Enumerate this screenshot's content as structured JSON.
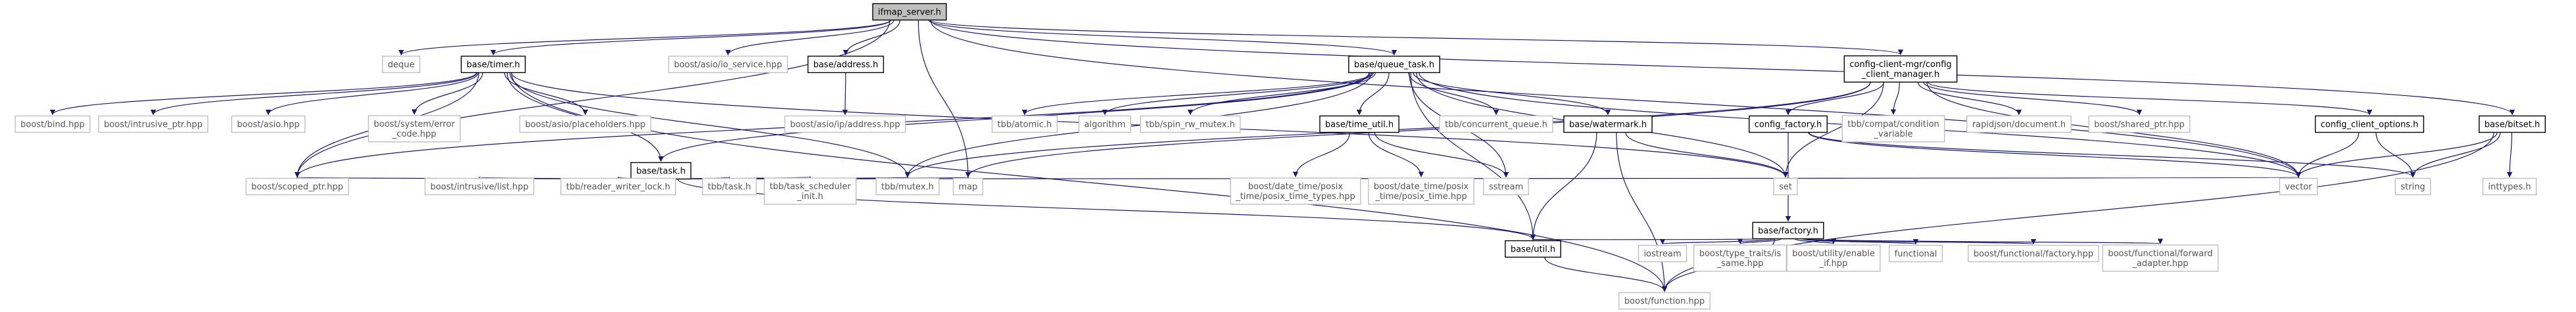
{
  "colors": {
    "edge": "#191970",
    "root_fill": "#bfbfbf",
    "root_stroke": "#000000",
    "project_fill": "#ffffff",
    "project_stroke": "#000000",
    "external_fill": "#ffffff",
    "external_stroke": "#bfbfbf",
    "project_text": "#000000",
    "external_text": "#555555"
  },
  "graph": {
    "nodes": [
      {
        "id": "ifmap_server_h",
        "lines": [
          "ifmap_server.h"
        ],
        "kind": "root"
      },
      {
        "id": "deque",
        "lines": [
          "deque"
        ],
        "kind": "external"
      },
      {
        "id": "base_timer_h",
        "lines": [
          "base/timer.h"
        ],
        "kind": "project"
      },
      {
        "id": "boost_asio_io_service_hpp",
        "lines": [
          "boost/asio/io_service.hpp"
        ],
        "kind": "external"
      },
      {
        "id": "base_address_h",
        "lines": [
          "base/address.h"
        ],
        "kind": "project"
      },
      {
        "id": "base_queue_task_h",
        "lines": [
          "base/queue_task.h"
        ],
        "kind": "project"
      },
      {
        "id": "config_client_manager_h",
        "lines": [
          "config-client-mgr/config",
          "_client_manager.h"
        ],
        "kind": "project"
      },
      {
        "id": "boost_bind_hpp",
        "lines": [
          "boost/bind.hpp"
        ],
        "kind": "external"
      },
      {
        "id": "boost_intrusive_ptr_hpp",
        "lines": [
          "boost/intrusive_ptr.hpp"
        ],
        "kind": "external"
      },
      {
        "id": "boost_asio_hpp",
        "lines": [
          "boost/asio.hpp"
        ],
        "kind": "external"
      },
      {
        "id": "boost_system_error_code_hpp",
        "lines": [
          "boost/system/error",
          "_code.hpp"
        ],
        "kind": "external"
      },
      {
        "id": "boost_asio_placeholders_hpp",
        "lines": [
          "boost/asio/placeholders.hpp"
        ],
        "kind": "external"
      },
      {
        "id": "base_task_h",
        "lines": [
          "base/task.h"
        ],
        "kind": "project"
      },
      {
        "id": "boost_asio_ip_address_hpp",
        "lines": [
          "boost/asio/ip/address.hpp"
        ],
        "kind": "external"
      },
      {
        "id": "tbb_atomic_h",
        "lines": [
          "tbb/atomic.h"
        ],
        "kind": "external"
      },
      {
        "id": "algorithm",
        "lines": [
          "algorithm"
        ],
        "kind": "external"
      },
      {
        "id": "tbb_spin_rw_mutex_h",
        "lines": [
          "tbb/spin_rw_mutex.h"
        ],
        "kind": "external"
      },
      {
        "id": "base_time_util_h",
        "lines": [
          "base/time_util.h"
        ],
        "kind": "project"
      },
      {
        "id": "tbb_concurrent_queue_h",
        "lines": [
          "tbb/concurrent_queue.h"
        ],
        "kind": "external"
      },
      {
        "id": "base_watermark_h",
        "lines": [
          "base/watermark.h"
        ],
        "kind": "project"
      },
      {
        "id": "config_factory_h",
        "lines": [
          "config_factory.h"
        ],
        "kind": "project"
      },
      {
        "id": "tbb_compat_condition_variable",
        "lines": [
          "tbb/compat/condition",
          "_variable"
        ],
        "kind": "external"
      },
      {
        "id": "rapidjson_document_h",
        "lines": [
          "rapidjson/document.h"
        ],
        "kind": "external"
      },
      {
        "id": "boost_shared_ptr_hpp",
        "lines": [
          "boost/shared_ptr.hpp"
        ],
        "kind": "external"
      },
      {
        "id": "config_client_options_h",
        "lines": [
          "config_client_options.h"
        ],
        "kind": "project"
      },
      {
        "id": "base_bitset_h",
        "lines": [
          "base/bitset.h"
        ],
        "kind": "project"
      },
      {
        "id": "boost_scoped_ptr_hpp",
        "lines": [
          "boost/scoped_ptr.hpp"
        ],
        "kind": "external"
      },
      {
        "id": "boost_intrusive_list_hpp",
        "lines": [
          "boost/intrusive/list.hpp"
        ],
        "kind": "external"
      },
      {
        "id": "tbb_reader_writer_lock_h",
        "lines": [
          "tbb/reader_writer_lock.h"
        ],
        "kind": "external"
      },
      {
        "id": "tbb_task_h",
        "lines": [
          "tbb/task.h"
        ],
        "kind": "external"
      },
      {
        "id": "tbb_task_scheduler_init_h",
        "lines": [
          "tbb/task_scheduler",
          "_init.h"
        ],
        "kind": "external"
      },
      {
        "id": "tbb_mutex_h",
        "lines": [
          "tbb/mutex.h"
        ],
        "kind": "external"
      },
      {
        "id": "map",
        "lines": [
          "map"
        ],
        "kind": "external"
      },
      {
        "id": "posix_time_types_hpp",
        "lines": [
          "boost/date_time/posix",
          "_time/posix_time_types.hpp"
        ],
        "kind": "external"
      },
      {
        "id": "posix_time_hpp",
        "lines": [
          "boost/date_time/posix",
          "_time/posix_time.hpp"
        ],
        "kind": "external"
      },
      {
        "id": "sstream",
        "lines": [
          "sstream"
        ],
        "kind": "external"
      },
      {
        "id": "set",
        "lines": [
          "set"
        ],
        "kind": "external"
      },
      {
        "id": "vector",
        "lines": [
          "vector"
        ],
        "kind": "external"
      },
      {
        "id": "string",
        "lines": [
          "string"
        ],
        "kind": "external"
      },
      {
        "id": "inttypes_h",
        "lines": [
          "inttypes.h"
        ],
        "kind": "external"
      },
      {
        "id": "base_factory_h",
        "lines": [
          "base/factory.h"
        ],
        "kind": "project"
      },
      {
        "id": "base_util_h",
        "lines": [
          "base/util.h"
        ],
        "kind": "project"
      },
      {
        "id": "iostream",
        "lines": [
          "iostream"
        ],
        "kind": "external"
      },
      {
        "id": "boost_type_traits_is_same_hpp",
        "lines": [
          "boost/type_traits/is",
          "_same.hpp"
        ],
        "kind": "external"
      },
      {
        "id": "boost_utility_enable_if_hpp",
        "lines": [
          "boost/utility/enable",
          "_if.hpp"
        ],
        "kind": "external"
      },
      {
        "id": "functional",
        "lines": [
          "functional"
        ],
        "kind": "external"
      },
      {
        "id": "boost_functional_factory_hpp",
        "lines": [
          "boost/functional/factory.hpp"
        ],
        "kind": "external"
      },
      {
        "id": "boost_functional_forward_adapter_hpp",
        "lines": [
          "boost/functional/forward",
          "_adapter.hpp"
        ],
        "kind": "external"
      },
      {
        "id": "boost_function_hpp",
        "lines": [
          "boost/function.hpp"
        ],
        "kind": "external"
      }
    ],
    "edges": [
      [
        "ifmap_server_h",
        "deque"
      ],
      [
        "ifmap_server_h",
        "base_timer_h"
      ],
      [
        "ifmap_server_h",
        "boost_asio_io_service_hpp"
      ],
      [
        "ifmap_server_h",
        "base_address_h"
      ],
      [
        "ifmap_server_h",
        "base_queue_task_h"
      ],
      [
        "ifmap_server_h",
        "config_client_manager_h"
      ],
      [
        "ifmap_server_h",
        "map"
      ],
      [
        "ifmap_server_h",
        "vector"
      ],
      [
        "ifmap_server_h",
        "boost_scoped_ptr_hpp"
      ],
      [
        "base_timer_h",
        "boost_bind_hpp"
      ],
      [
        "base_timer_h",
        "boost_intrusive_ptr_hpp"
      ],
      [
        "base_timer_h",
        "boost_asio_hpp"
      ],
      [
        "base_timer_h",
        "boost_system_error_code_hpp"
      ],
      [
        "base_timer_h",
        "boost_asio_placeholders_hpp"
      ],
      [
        "base_timer_h",
        "base_task_h"
      ],
      [
        "base_timer_h",
        "tbb_mutex_h"
      ],
      [
        "base_timer_h",
        "boost_scoped_ptr_hpp"
      ],
      [
        "base_timer_h",
        "boost_function_hpp"
      ],
      [
        "base_timer_h",
        "set"
      ],
      [
        "base_address_h",
        "boost_asio_ip_address_hpp"
      ],
      [
        "base_queue_task_h",
        "tbb_atomic_h"
      ],
      [
        "base_queue_task_h",
        "algorithm"
      ],
      [
        "base_queue_task_h",
        "tbb_spin_rw_mutex_h"
      ],
      [
        "base_queue_task_h",
        "base_time_util_h"
      ],
      [
        "base_queue_task_h",
        "tbb_concurrent_queue_h"
      ],
      [
        "base_queue_task_h",
        "base_watermark_h"
      ],
      [
        "base_queue_task_h",
        "base_task_h"
      ],
      [
        "base_queue_task_h",
        "tbb_mutex_h"
      ],
      [
        "base_queue_task_h",
        "boost_scoped_ptr_hpp"
      ],
      [
        "base_queue_task_h",
        "set"
      ],
      [
        "base_queue_task_h",
        "sstream"
      ],
      [
        "base_queue_task_h",
        "vector"
      ],
      [
        "base_queue_task_h",
        "base_util_h"
      ],
      [
        "config_client_manager_h",
        "config_factory_h"
      ],
      [
        "config_client_manager_h",
        "tbb_compat_condition_variable"
      ],
      [
        "config_client_manager_h",
        "rapidjson_document_h"
      ],
      [
        "config_client_manager_h",
        "boost_shared_ptr_hpp"
      ],
      [
        "config_client_manager_h",
        "config_client_options_h"
      ],
      [
        "config_client_manager_h",
        "set"
      ],
      [
        "config_client_manager_h",
        "tbb_mutex_h"
      ],
      [
        "config_client_manager_h",
        "map"
      ],
      [
        "config_client_manager_h",
        "vector"
      ],
      [
        "base_task_h",
        "boost_intrusive_list_hpp"
      ],
      [
        "base_task_h",
        "tbb_reader_writer_lock_h"
      ],
      [
        "base_task_h",
        "tbb_task_h"
      ],
      [
        "base_task_h",
        "tbb_task_scheduler_init_h"
      ],
      [
        "base_task_h",
        "tbb_mutex_h"
      ],
      [
        "base_task_h",
        "map"
      ],
      [
        "base_task_h",
        "boost_scoped_ptr_hpp"
      ],
      [
        "base_task_h",
        "base_util_h"
      ],
      [
        "base_task_h",
        "vector"
      ],
      [
        "base_time_util_h",
        "posix_time_types_hpp"
      ],
      [
        "base_time_util_h",
        "posix_time_hpp"
      ],
      [
        "base_time_util_h",
        "sstream"
      ],
      [
        "base_watermark_h",
        "base_util_h"
      ],
      [
        "base_watermark_h",
        "set"
      ],
      [
        "base_watermark_h",
        "boost_function_hpp"
      ],
      [
        "config_factory_h",
        "base_factory_h"
      ],
      [
        "config_factory_h",
        "vector"
      ],
      [
        "config_factory_h",
        "string"
      ],
      [
        "config_client_options_h",
        "vector"
      ],
      [
        "config_client_options_h",
        "string"
      ],
      [
        "base_bitset_h",
        "vector"
      ],
      [
        "base_bitset_h",
        "string"
      ],
      [
        "base_bitset_h",
        "inttypes_h"
      ],
      [
        "base_bitset_h",
        "boost_function_hpp"
      ],
      [
        "base_factory_h",
        "base_util_h"
      ],
      [
        "base_factory_h",
        "iostream"
      ],
      [
        "base_factory_h",
        "boost_type_traits_is_same_hpp"
      ],
      [
        "base_factory_h",
        "boost_utility_enable_if_hpp"
      ],
      [
        "base_factory_h",
        "functional"
      ],
      [
        "base_factory_h",
        "boost_functional_factory_hpp"
      ],
      [
        "base_factory_h",
        "boost_functional_forward_adapter_hpp"
      ],
      [
        "base_factory_h",
        "boost_function_hpp"
      ],
      [
        "base_util_h",
        "boost_function_hpp"
      ],
      [
        "ifmap_server_h",
        "base_bitset_h"
      ]
    ]
  }
}
